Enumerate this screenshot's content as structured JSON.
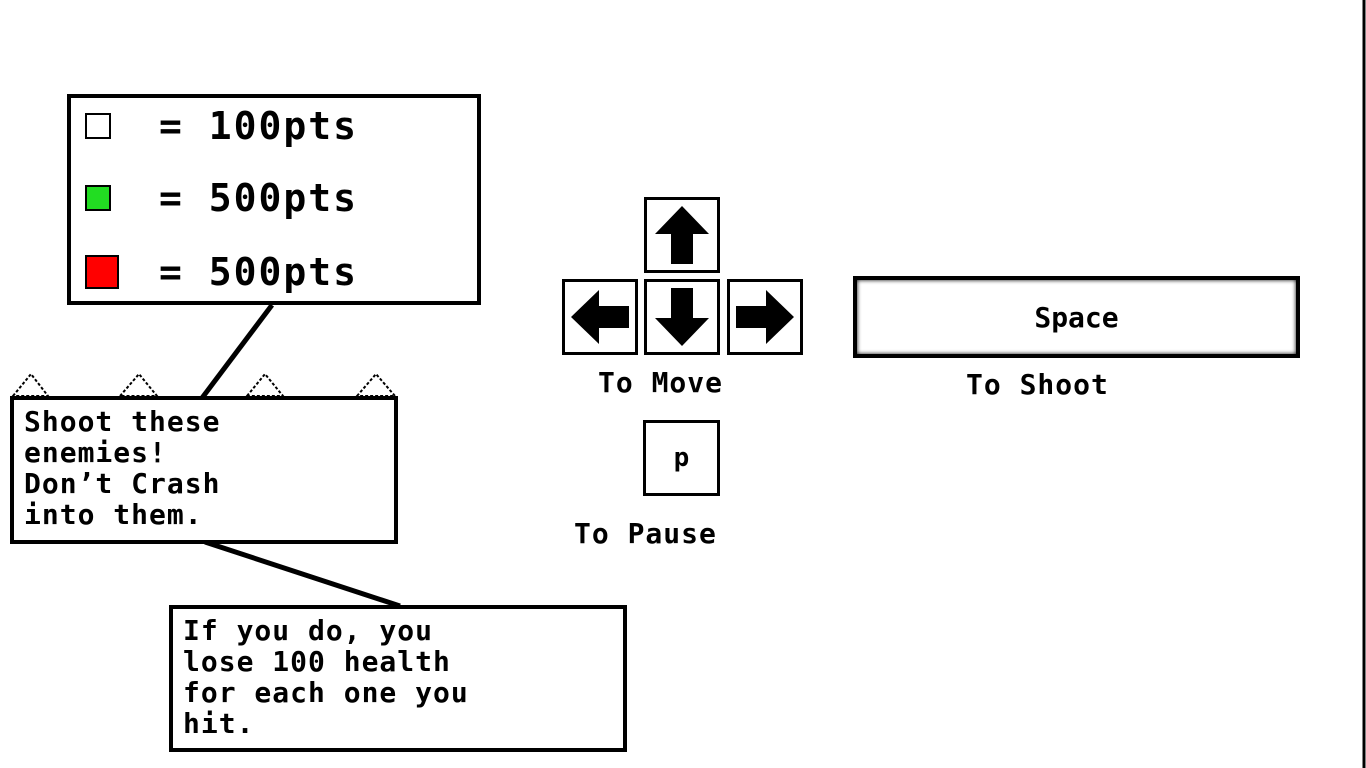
{
  "legend": [
    {
      "color": "#ffffff",
      "label": "=  100pts"
    },
    {
      "color": "#22dd22",
      "label": "=  500pts"
    },
    {
      "color": "#ff0000",
      "label": "=  500pts"
    }
  ],
  "enemy_note": [
    "Shoot these",
    "enemies!",
    "Don’t Crash",
    "into them."
  ],
  "health_note": [
    "If you do, you",
    "lose 100 health",
    "for each one you",
    "hit."
  ],
  "controls": {
    "move_label": "To Move",
    "space_key": "Space",
    "shoot_label": "To Shoot",
    "pause_key": "P",
    "pause_label": "To Pause"
  }
}
